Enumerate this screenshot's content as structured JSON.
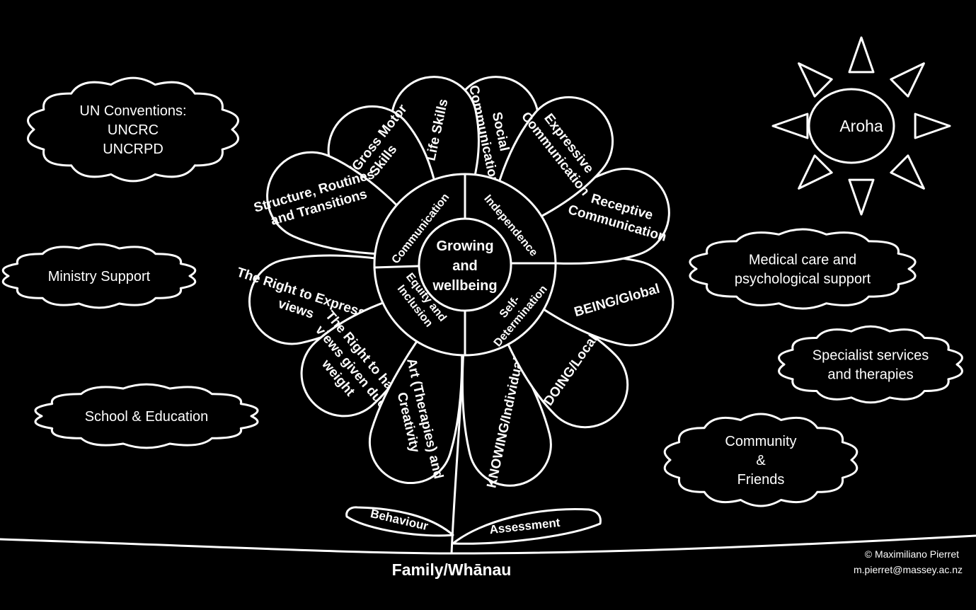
{
  "petals": [
    {
      "id": "social-communication",
      "lines": [
        "Social",
        "Communication"
      ]
    },
    {
      "id": "life-skills",
      "lines": [
        "Life Skills"
      ]
    },
    {
      "id": "fine-gross-motor-skills",
      "lines": [
        "Fine/Gross Motor",
        "Skills"
      ]
    },
    {
      "id": "structure-routines-transitions",
      "lines": [
        "Structure, Routines",
        "and Transitions"
      ]
    },
    {
      "id": "right-to-express-views",
      "lines": [
        "The Right to Express",
        "views"
      ]
    },
    {
      "id": "right-to-have-views-given-due-weight",
      "lines": [
        "The Right to have",
        "views given due",
        "weight"
      ]
    },
    {
      "id": "art-therapies-creativity",
      "lines": [
        "Art (Therapies) and",
        "Creativity"
      ]
    },
    {
      "id": "knowing-individual",
      "lines": [
        "KNOWING/Individual"
      ]
    },
    {
      "id": "doing-local",
      "lines": [
        "DOING/Local"
      ]
    },
    {
      "id": "being-global",
      "lines": [
        "BEING/Global"
      ]
    },
    {
      "id": "receptive-communication",
      "lines": [
        "Receptive",
        "Communication"
      ]
    },
    {
      "id": "expressive-communication",
      "lines": [
        "Expressive",
        "Communication"
      ]
    }
  ],
  "ring": {
    "communication": "Communication",
    "independence": "Independence",
    "self_determination": [
      "Self-",
      "Determination"
    ],
    "equity_inclusion": [
      "Equity and",
      "Inclusion"
    ]
  },
  "center": [
    "Growing",
    "and",
    "wellbeing"
  ],
  "clouds": [
    {
      "id": "un-conventions",
      "lines": [
        "UN Conventions:",
        "UNCRC",
        "UNCRPD"
      ]
    },
    {
      "id": "ministry-support",
      "lines": [
        "Ministry Support"
      ]
    },
    {
      "id": "school-education",
      "lines": [
        "School & Education"
      ]
    },
    {
      "id": "medical-psychological",
      "lines": [
        "Medical care and",
        "psychological support"
      ]
    },
    {
      "id": "specialist-services",
      "lines": [
        "Specialist services",
        "and therapies"
      ]
    },
    {
      "id": "community-friends",
      "lines": [
        "Community",
        "&",
        "Friends"
      ]
    }
  ],
  "sun": {
    "label": "Aroha"
  },
  "leaves": {
    "behaviour": "Behaviour",
    "assessment": "Assessment"
  },
  "ground": {
    "label": "Family/Whānau"
  },
  "credit": {
    "name": "© Maximiliano Pierret",
    "email": "m.pierret@massey.ac.nz"
  }
}
